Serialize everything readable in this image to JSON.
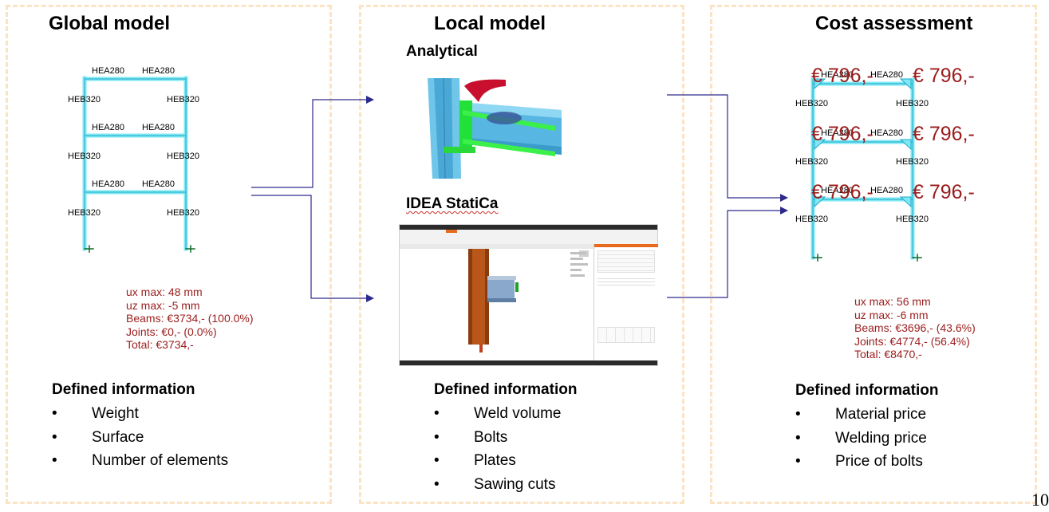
{
  "panels": {
    "global": {
      "title": "Global model",
      "frame_labels": {
        "beam": "HEA280",
        "column": "HEB320"
      },
      "stats": [
        "ux max: 48 mm",
        "uz max: -5 mm",
        "Beams: €3734,- (100.0%)",
        "Joints:  €0,- (0.0%)",
        "Total:   €3734,-"
      ],
      "defined_title": "Defined information",
      "defined_items": [
        "Weight",
        "Surface",
        "Number of elements"
      ]
    },
    "local": {
      "title": "Local model",
      "analytical_label": "Analytical",
      "idea_label": "IDEA StatiCa",
      "defined_title": "Defined information",
      "defined_items": [
        "Weld volume",
        "Bolts",
        "Plates",
        "Sawing cuts"
      ]
    },
    "cost": {
      "title": "Cost assessment",
      "frame_labels": {
        "beam": "HEA280",
        "column": "HEB320"
      },
      "cost_label": "€ 796,-",
      "stats": [
        "ux max: 56 mm",
        "uz max: -6 mm",
        "Beams: €3696,- (43.6%)",
        "Joints:  €4774,- (56.4%)",
        "Total:   €8470,-"
      ],
      "defined_title": "Defined information",
      "defined_items": [
        "Material price",
        "Welding price",
        "Price of bolts"
      ]
    }
  },
  "bullet_char": "•",
  "page_number": "10",
  "colors": {
    "panel_border": "#fbe3c4",
    "stats_text": "#9b1c1c",
    "frame_cyan": "#6fe6f2",
    "arrow": "#2e2a8c"
  }
}
